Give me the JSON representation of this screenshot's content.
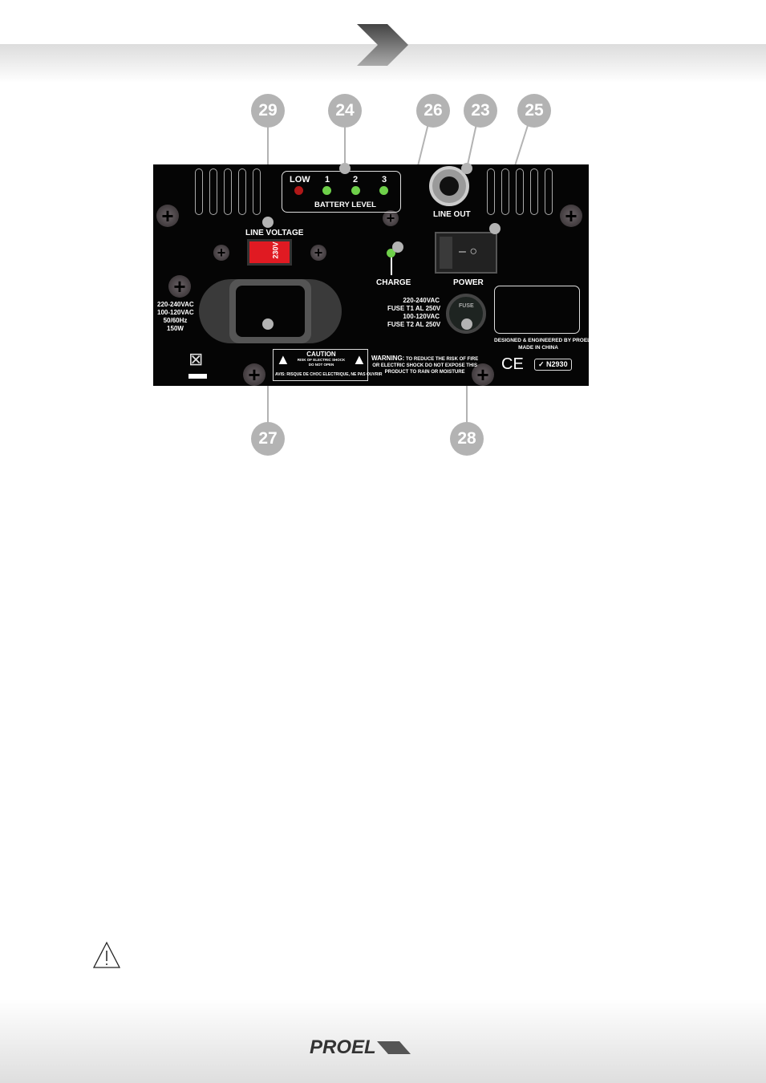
{
  "callouts": [
    "29",
    "24",
    "26",
    "23",
    "25",
    "27",
    "28"
  ],
  "panel": {
    "battery": {
      "low": "LOW",
      "l1": "1",
      "l2": "2",
      "l3": "3",
      "title": "BATTERY LEVEL"
    },
    "line_out": "LINE OUT",
    "line_voltage": "LINE VOLTAGE",
    "voltage_switch": "230V",
    "charge": "CHARGE",
    "power": "POWER",
    "power_rating": [
      "220-240VAC",
      "100-120VAC",
      "50/60Hz",
      "150W"
    ],
    "fuse_info": [
      "220-240VAC",
      "FUSE T1 AL 250V",
      "100-120VAC",
      "FUSE T2 AL 250V"
    ],
    "fuse": "FUSE",
    "caution": {
      "title": "CAUTION",
      "line1": "RISK OF ELECTRIC SHOCK",
      "line2": "DO NOT OPEN",
      "avis": "AVIS:",
      "avis_text": "RISQUE DE CHOC ELECTRIQUE, NE PAS OUVRIR"
    },
    "warning": {
      "label": "WARNING:",
      "line1": "TO REDUCE THE RISK OF FIRE",
      "line2": "OR ELECTRIC SHOCK DO NOT EXPOSE THIS",
      "line3": "PRODUCT TO RAIN OR MOISTURE"
    },
    "designed": "DESIGNED & ENGINEERED BY PROEL",
    "made": "MADE IN CHINA",
    "ce": "CE",
    "ncode": "N2930"
  },
  "footer": {
    "logo": "PROEL"
  },
  "colors": {
    "led_green": "#6fd04a",
    "led_red": "#b01818",
    "switch_red": "#e01a22",
    "callout": "#b3b3b3"
  }
}
